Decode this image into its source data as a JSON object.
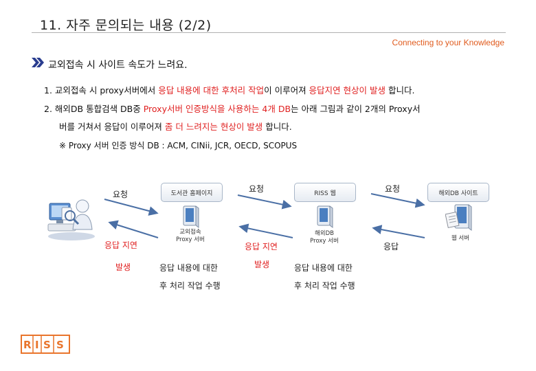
{
  "title": "11. 자주 문의되는 내용 (2/2)",
  "tagline": "Connecting to your Knowledge",
  "heading": "교외접속 시 사이트 속도가 느려요.",
  "para1": {
    "prefix": "1. 교외접속 시 proxy서버에서 ",
    "hl1": "응답 내용에 대한 후처리 작업",
    "mid": "이 이루어져 ",
    "hl2": "응답지연 현상이 발생",
    "suffix": " 합니다."
  },
  "para2": {
    "prefix": "2. 해외DB 통합검색 DB중 ",
    "hl1": "Proxy서버 인증방식을 사용하는 4개 DB",
    "suffix": "는 아래 그림과 같이 2개의 Proxy서"
  },
  "para2b": {
    "prefix": "버를 거쳐서 응답이 이루어져 ",
    "hl1": "좀 더 느려지는 현상이 발생",
    "suffix": " 합니다."
  },
  "note": "※ Proxy 서버  인증 방식 DB : ACM, CINii, JCR, OECD, SCOPUS",
  "diagram": {
    "box1": "도서관 홈페이지",
    "box2": "RISS 웹",
    "box3": "해외DB 사이트",
    "request": "요청",
    "response": "응답",
    "delay": "응답 지연",
    "occur": "발생",
    "server1_line1": "교외접속",
    "server1_line2": "Proxy 서버",
    "server2_line1": "해외DB",
    "server2_line2": "Proxy 서버",
    "server3": "웹 서버",
    "post1": "응답 내용에 대한",
    "post2": "후 처리 작업 수행"
  },
  "logo": "RISS",
  "colors": {
    "accent": "#e05a1c",
    "highlight": "#e02020",
    "arrow": "#4a6fa5"
  }
}
